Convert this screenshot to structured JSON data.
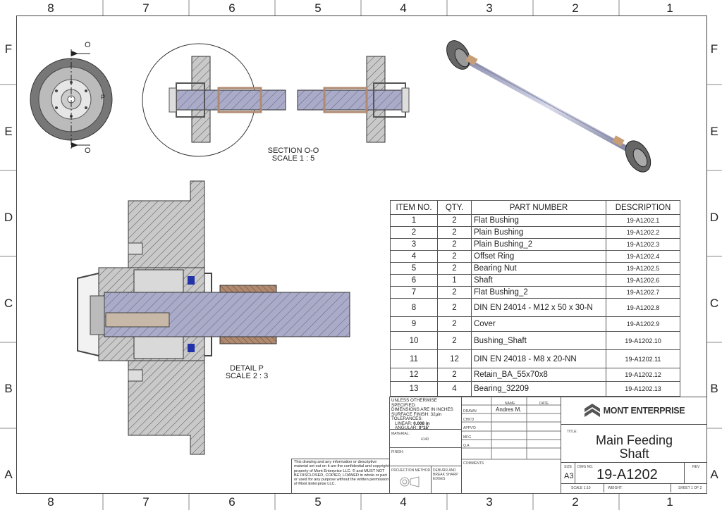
{
  "zones": {
    "columns": [
      "8",
      "7",
      "6",
      "5",
      "4",
      "3",
      "2",
      "1"
    ],
    "rows": [
      "F",
      "E",
      "D",
      "C",
      "B",
      "A"
    ]
  },
  "views": {
    "section_label": "SECTION O-O",
    "section_scale": "SCALE 1 : 5",
    "detail_label": "DETAIL P",
    "detail_scale": "SCALE 2 : 3",
    "cut_letter": "O",
    "detail_letter": "P"
  },
  "bom": {
    "headers": [
      "ITEM NO.",
      "QTY.",
      "PART NUMBER",
      "DESCRIPTION"
    ],
    "rows": [
      {
        "item": "1",
        "qty": "2",
        "part": "Flat Bushing",
        "desc": "19-A1202.1"
      },
      {
        "item": "2",
        "qty": "2",
        "part": "Plain Bushing",
        "desc": "19-A1202.2"
      },
      {
        "item": "3",
        "qty": "2",
        "part": "Plain Bushing_2",
        "desc": "19-A1202.3"
      },
      {
        "item": "4",
        "qty": "2",
        "part": "Offset Ring",
        "desc": "19-A1202.4"
      },
      {
        "item": "5",
        "qty": "2",
        "part": "Bearing Nut",
        "desc": "19-A1202.5"
      },
      {
        "item": "6",
        "qty": "1",
        "part": "Shaft",
        "desc": "19-A1202.6"
      },
      {
        "item": "7",
        "qty": "2",
        "part": "Flat Bushing_2",
        "desc": "19-A1202.7"
      },
      {
        "item": "8",
        "qty": "2",
        "part": "DIN EN 24014 - M12 x 50 x 30-N",
        "desc": "19-A1202.8"
      },
      {
        "item": "9",
        "qty": "2",
        "part": "Cover",
        "desc": "19-A1202.9"
      },
      {
        "item": "10",
        "qty": "2",
        "part": "Bushing_Shaft",
        "desc": "19-A1202.10"
      },
      {
        "item": "11",
        "qty": "12",
        "part": "DIN EN 24018 - M8 x 20-NN",
        "desc": "19-A1202.11"
      },
      {
        "item": "12",
        "qty": "2",
        "part": "Retain_BA_55x70x8",
        "desc": "19-A1202.12"
      },
      {
        "item": "13",
        "qty": "4",
        "part": "Bearing_32209",
        "desc": "19-A1202.13"
      }
    ]
  },
  "notes": {
    "spec": [
      "UNLESS OTHERWISE SPECIFIED:",
      "DIMENSIONS ARE IN INCHES",
      "SURFACE FINISH: 32µin",
      "TOLERANCES:"
    ],
    "linear_label": "LINEAR:",
    "linear_value": "0.008 in",
    "angular_label": "ANGULAR:",
    "angular_value": "0°15'",
    "material_label": "MATERIAL:",
    "material_value": "4140",
    "finish_label": "FINISH:",
    "projection_label": "PROJECTION METHOD",
    "deburr": "DEBURR AND BREAK SHARP EDGES",
    "confidential": "This drawing and any information or descriptive material set out on it are the confidential and copyright property of Mont Enterprise LLC. © and MUST NOT BE DISCLOSED, COPIED, LOANED in whole or part or used for any purpose without the written permission of Mont Enterprise LLC."
  },
  "signoff": {
    "name_header": "NAME",
    "date_header": "DATE",
    "rows": [
      "DRAWN",
      "CHK'D",
      "APPV'D",
      "MFG",
      "Q.A"
    ],
    "drawn_name": "Andres M.",
    "comments_label": "COMMENTS"
  },
  "title_block": {
    "company": "MONT ENTERPRISE",
    "title_label": "TITLE:",
    "title_line1": "Main Feeding",
    "title_line2": "Shaft",
    "size_label": "SIZE",
    "size": "A3",
    "dwg_label": "DWG NO.",
    "dwg_no": "19-A1202",
    "rev_label": "REV",
    "scale": "SCALE 1:10",
    "weight_label": "WEIGHT:",
    "sheet": "SHEET 1 OF 2"
  }
}
